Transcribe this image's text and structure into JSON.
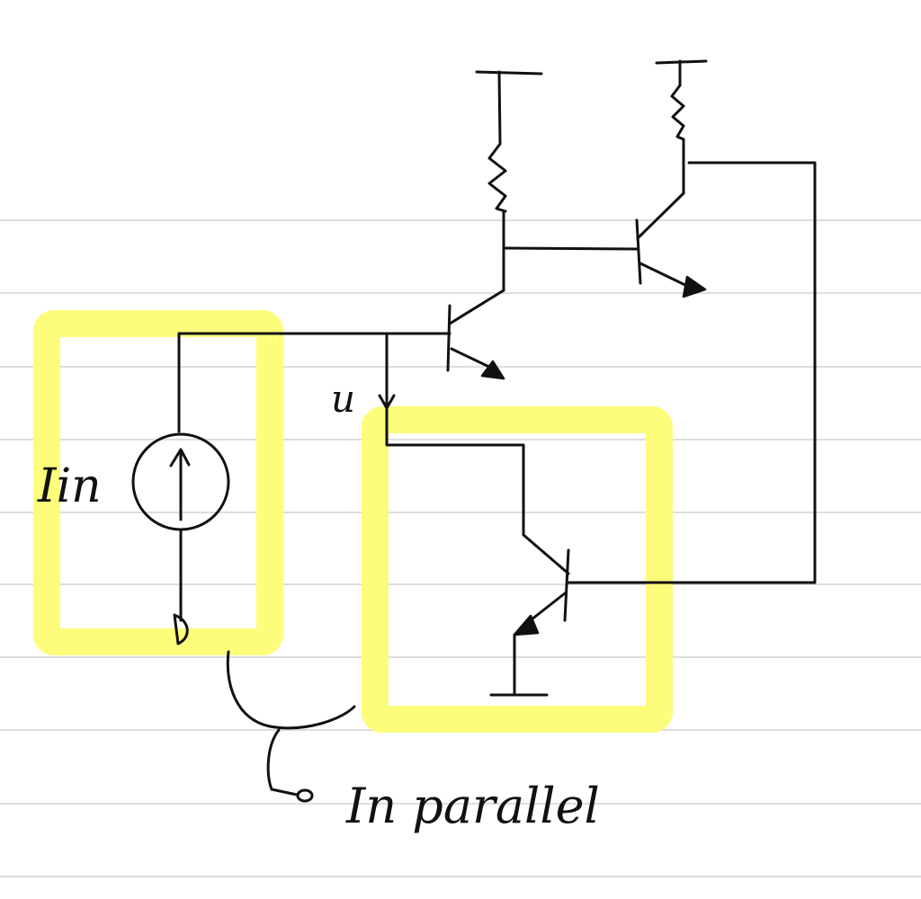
{
  "colors": {
    "highlight": "#fdfd7c",
    "ink": "#111111",
    "rule": "#d2d2d2"
  },
  "labels": {
    "current_source": "Iin",
    "voltage": "u",
    "annotation": "In parallel"
  }
}
